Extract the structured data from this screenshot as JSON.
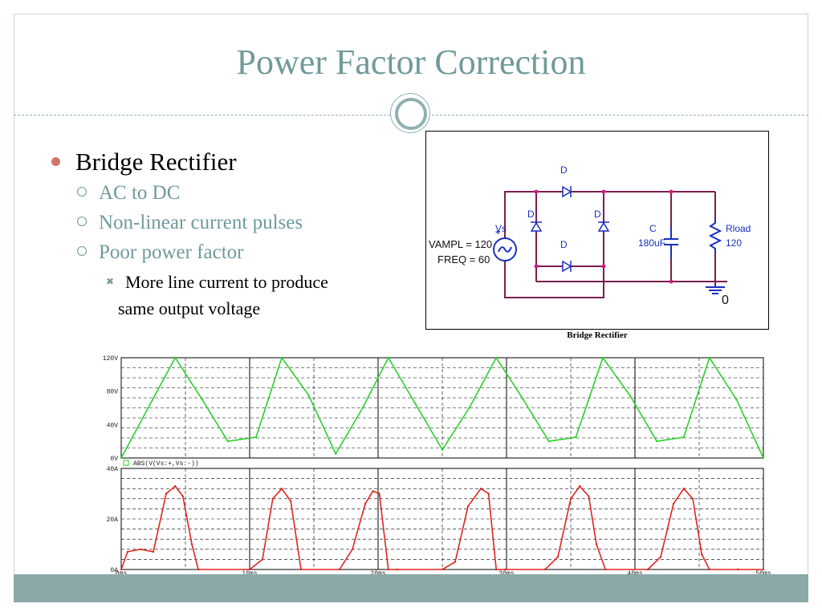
{
  "slide": {
    "title": "Power Factor Correction",
    "bullet_main": "Bridge Rectifier",
    "sub_bullets": [
      "AC to DC",
      "Non-linear current pulses",
      "Poor power factor"
    ],
    "sub_sub_line1": "More line current to produce",
    "sub_sub_line2": "same output voltage"
  },
  "circuit": {
    "caption": "Bridge Rectifier",
    "source_name": "Vs",
    "source_params": [
      "VAMPL = 120",
      "FREQ = 60"
    ],
    "diode_label": "D",
    "capacitor_name": "C",
    "capacitor_value": "180uF",
    "load_name": "Rload",
    "load_value": "120",
    "ground_label": "0"
  },
  "chart_data": [
    {
      "type": "line",
      "title": "",
      "ylabel": "",
      "legend": "ABS(V(Vs:+,Vs:-))",
      "y_ticks": [
        "120V",
        "80V",
        "40V",
        "0V"
      ],
      "ylim": [
        0,
        120
      ],
      "xlim": [
        0,
        50
      ],
      "x_unit": "ms",
      "series": [
        {
          "name": "ABS(V(Vs:+,Vs:-))",
          "color": "#2bd12b",
          "x": [
            0,
            4.2,
            6.3,
            8.3,
            10.5,
            12.5,
            14.6,
            16.7,
            18.8,
            20.8,
            22.9,
            25,
            27.1,
            29.2,
            31.3,
            33.3,
            35.4,
            37.5,
            39.6,
            41.7,
            43.8,
            45.8,
            47.9,
            50
          ],
          "y": [
            0,
            120,
            70,
            20,
            25,
            120,
            75,
            5,
            60,
            120,
            65,
            10,
            60,
            120,
            70,
            20,
            25,
            120,
            75,
            20,
            25,
            120,
            70,
            0
          ]
        }
      ]
    },
    {
      "type": "line",
      "title": "",
      "ylabel": "",
      "y_ticks": [
        "40A",
        "20A",
        "0A"
      ],
      "x_ticks": [
        "0ms",
        "10ms",
        "20ms",
        "30ms",
        "40ms",
        "50ms"
      ],
      "ylim": [
        0,
        40
      ],
      "xlim": [
        0,
        50
      ],
      "series": [
        {
          "name": "",
          "color": "#e0251f",
          "x": [
            0,
            0.5,
            1.5,
            2.5,
            3.5,
            4.2,
            4.8,
            5.5,
            6.0,
            10,
            11,
            11.8,
            12.5,
            13.2,
            14,
            17,
            18,
            19,
            19.6,
            20.1,
            20.8,
            21.5,
            25,
            26,
            27,
            28,
            28.6,
            29.2,
            29.9,
            33,
            34,
            35,
            35.7,
            36.4,
            37,
            37.7,
            41,
            42,
            43,
            43.8,
            44.5,
            45.2,
            45.8,
            48,
            50
          ],
          "y": [
            0,
            7,
            8,
            7,
            30,
            33,
            29,
            10,
            0,
            0,
            4,
            28,
            32,
            27,
            0,
            0,
            8,
            26,
            31,
            30,
            0,
            0,
            0,
            3,
            25,
            32,
            30,
            0,
            0,
            0,
            5,
            28,
            33,
            29,
            10,
            0,
            0,
            5,
            26,
            32,
            28,
            6,
            0,
            0,
            0
          ]
        }
      ]
    }
  ]
}
